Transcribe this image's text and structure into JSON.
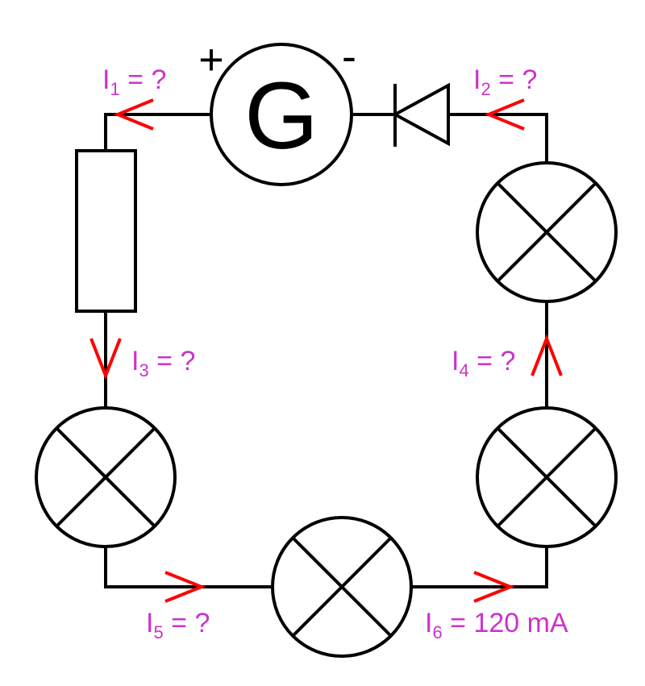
{
  "colors": {
    "wire": "#000000",
    "arrow": "#ff0000",
    "label": "#cc33cc"
  },
  "generator": {
    "letter": "G",
    "plus": "+",
    "minus": "-"
  },
  "currents": [
    {
      "id": "I1",
      "letter": "I",
      "index": "1",
      "value": " = ?"
    },
    {
      "id": "I2",
      "letter": "I",
      "index": "2",
      "value": " = ?"
    },
    {
      "id": "I3",
      "letter": "I",
      "index": "3",
      "value": " = ?"
    },
    {
      "id": "I4",
      "letter": "I",
      "index": "4",
      "value": " = ?"
    },
    {
      "id": "I5",
      "letter": "I",
      "index": "5",
      "value": " = ?"
    },
    {
      "id": "I6",
      "letter": "I",
      "index": "6",
      "value": " = 120 mA"
    }
  ]
}
